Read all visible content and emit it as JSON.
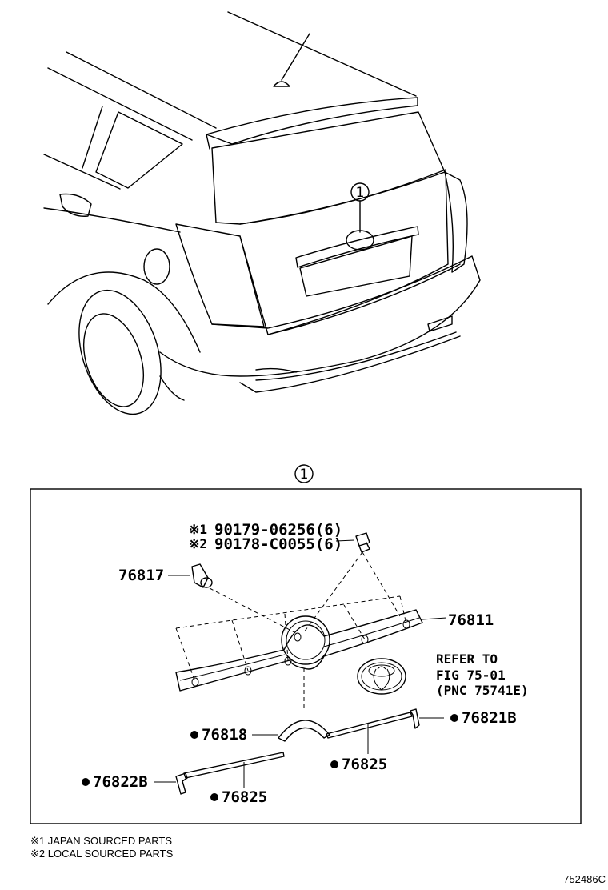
{
  "callout": {
    "number": "1"
  },
  "parts": {
    "p_90179": "90179-06256(6)",
    "p_90178": "90178-C0055(6)",
    "p_76817": "76817",
    "p_76811": "76811",
    "p_76818": "76818",
    "p_76821b": "76821B",
    "p_76825a": "76825",
    "p_76822b": "76822B",
    "p_76825b": "76825"
  },
  "source_marks": {
    "mark1": "※1",
    "mark2": "※2"
  },
  "refer": {
    "line1": "REFER TO",
    "line2": "FIG 75-01",
    "line3": "(PNC 75741E)"
  },
  "footnotes": {
    "note1": "※1 JAPAN SOURCED PARTS",
    "note2": "※2 LOCAL SOURCED PARTS"
  },
  "figure_id": "752486C"
}
